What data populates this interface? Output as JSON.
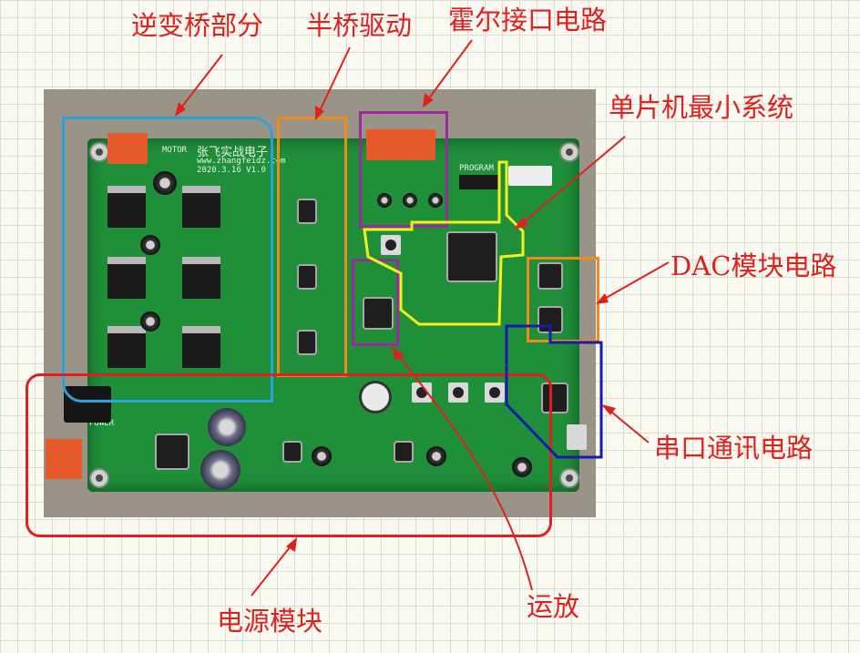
{
  "annotations": {
    "inverter": "逆变桥部分",
    "half_bridge": "半桥驱动",
    "hall": "霍尔接口电路",
    "mcu": "单片机最小系统",
    "dac": "DAC模块电路",
    "uart": "串口通讯电路",
    "power": "电源模块",
    "opamp": "运放"
  },
  "board_silkscreen": {
    "motor": "MOTOR",
    "power": "POWER",
    "program": "PROGRAM",
    "maker": "张飞实战电子",
    "site": "www.zhangfeidz.com",
    "version": "2020.3.16 V1.0"
  },
  "colors": {
    "label_red": "#e0201e",
    "box_blue": "#2aa3d8",
    "box_orange": "#f08a1c",
    "box_purple": "#9b2a9b",
    "box_yellow": "#f5f01a",
    "box_navy": "#1a1aa8",
    "box_red": "#e0201e",
    "pcb_green": "#1f8f3a"
  }
}
